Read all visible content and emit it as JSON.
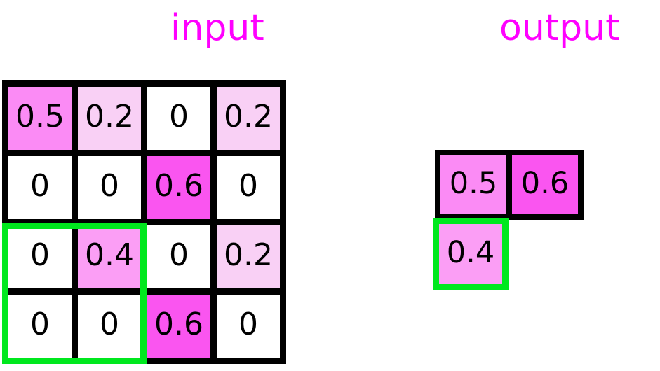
{
  "titles": {
    "input": "input",
    "output": "output"
  },
  "theme": {
    "title_color": "#ff00ff",
    "grid_border_color": "#000000",
    "selection_color": "#00e81e",
    "text_color": "#000000",
    "empty_cell_color": "#ffffff"
  },
  "value_colors": {
    "0": "#ffffff",
    "0.2": "#f9d0f5",
    "0.4": "#fb9ef5",
    "0.5": "#fb8bf5",
    "0.6": "#fa55f0"
  },
  "input_grid": {
    "rows": 4,
    "cols": 4,
    "cells": [
      [
        {
          "value": "0.5",
          "color": "#fb8bf5"
        },
        {
          "value": "0.2",
          "color": "#f9d0f5"
        },
        {
          "value": "0",
          "color": "#ffffff"
        },
        {
          "value": "0.2",
          "color": "#f9d0f5"
        }
      ],
      [
        {
          "value": "0",
          "color": "#ffffff"
        },
        {
          "value": "0",
          "color": "#ffffff"
        },
        {
          "value": "0.6",
          "color": "#fa55f0"
        },
        {
          "value": "0",
          "color": "#ffffff"
        }
      ],
      [
        {
          "value": "0",
          "color": "#ffffff"
        },
        {
          "value": "0.4",
          "color": "#fb9ef5"
        },
        {
          "value": "0",
          "color": "#ffffff"
        },
        {
          "value": "0.2",
          "color": "#f9d0f5"
        }
      ],
      [
        {
          "value": "0",
          "color": "#ffffff"
        },
        {
          "value": "0",
          "color": "#ffffff"
        },
        {
          "value": "0.6",
          "color": "#fa55f0"
        },
        {
          "value": "0",
          "color": "#ffffff"
        }
      ]
    ],
    "selection": {
      "row_start": 2,
      "row_end": 3,
      "col_start": 0,
      "col_end": 1,
      "color": "#00e81e"
    }
  },
  "output_top": {
    "rows": 1,
    "cols": 2,
    "cells": [
      [
        {
          "value": "0.5",
          "color": "#fb8bf5"
        },
        {
          "value": "0.6",
          "color": "#fa55f0"
        }
      ]
    ]
  },
  "output_selected": {
    "rows": 1,
    "cols": 1,
    "cells": [
      [
        {
          "value": "0.4",
          "color": "#fb9ef5"
        }
      ]
    ]
  },
  "chart_data": {
    "type": "heatmap",
    "title": "",
    "panels": [
      {
        "name": "input",
        "label": "input",
        "type": "heatmap",
        "rows": 4,
        "cols": 4,
        "values": [
          [
            0.5,
            0.2,
            0.0,
            0.2
          ],
          [
            0.0,
            0.0,
            0.6,
            0.0
          ],
          [
            0.0,
            0.4,
            0.0,
            0.2
          ],
          [
            0.0,
            0.0,
            0.6,
            0.0
          ]
        ],
        "annotations": [
          "green 2x2 selection box over rows 3-4, cols 1-2"
        ],
        "colormap": "white-to-magenta",
        "vmin": 0,
        "vmax": 0.6,
        "grid": true
      },
      {
        "name": "output",
        "label": "output",
        "type": "heatmap",
        "rows": 2,
        "cols": 2,
        "values": [
          [
            0.5,
            0.6
          ],
          [
            0.4,
            null
          ]
        ],
        "annotations": [
          "green box around output cell 0.4 (row 2, col 1)"
        ],
        "colormap": "white-to-magenta",
        "vmin": 0,
        "vmax": 0.6,
        "grid": true
      }
    ],
    "xlabel": "",
    "ylabel": "",
    "legend": []
  }
}
